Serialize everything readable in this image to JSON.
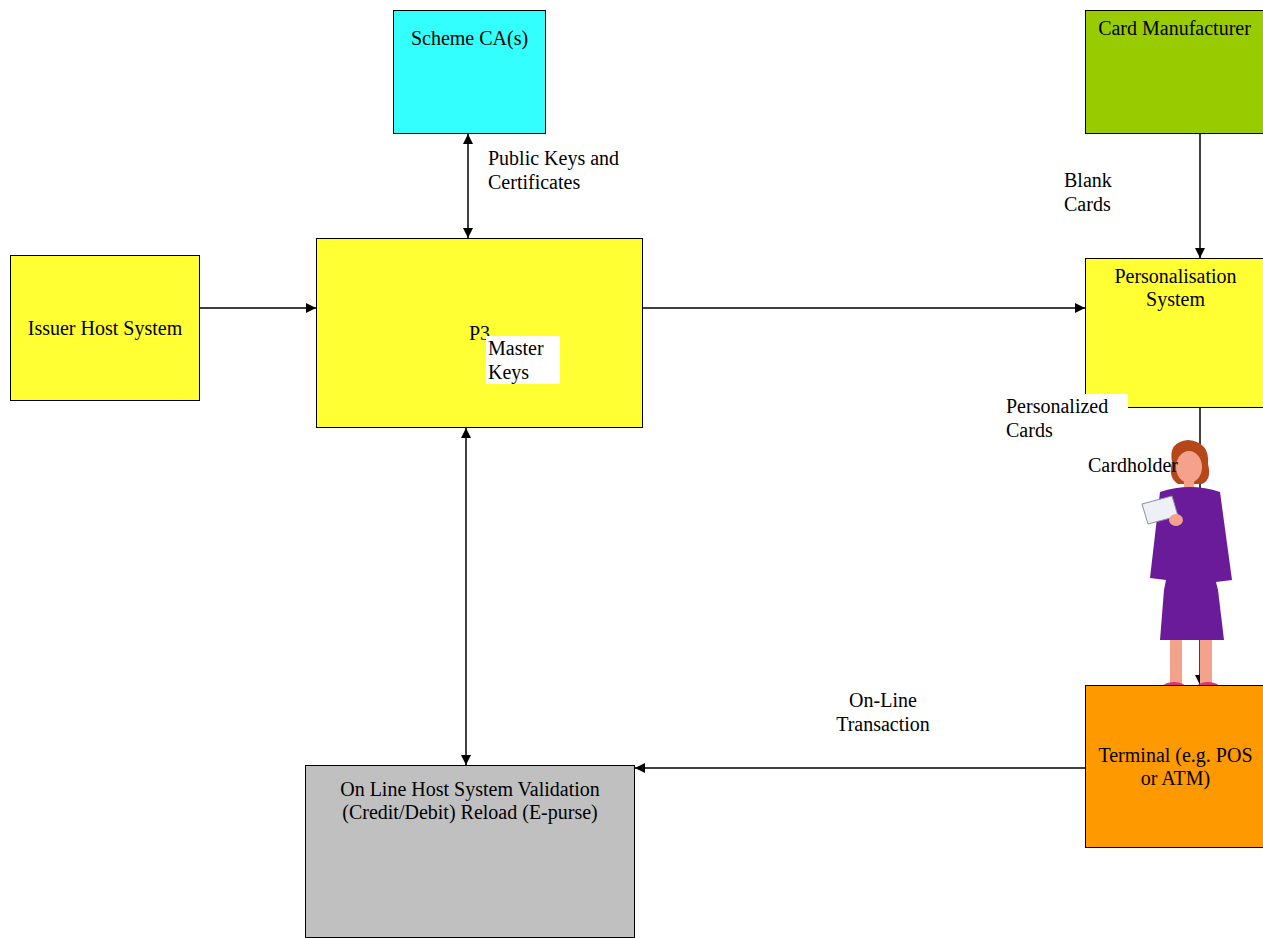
{
  "diagram": {
    "nodes": [
      {
        "text": [
          "Scheme CA(s)"
        ]
      },
      {
        "text": [
          "Card Manufacturer"
        ]
      },
      {
        "text": [
          "Issuer Host System"
        ]
      },
      {
        "text": [
          "P3"
        ]
      },
      {
        "text": [
          "Personalisation System"
        ]
      },
      {
        "text": [
          "Terminal (e.g. POS or ATM)"
        ]
      },
      {
        "text": [
          "On Line Host System Validation (Credit/Debit) Reload (E-purse)"
        ]
      }
    ],
    "edges": [
      {
        "from": 2,
        "to": 3,
        "arrow": "to"
      },
      {
        "from": 0,
        "to": 3,
        "label": "Public Keys and Certificates",
        "arrow": "both"
      },
      {
        "from": 1,
        "to": 4,
        "label": "Blank Cards",
        "arrow": "to"
      },
      {
        "from": 3,
        "to": 4,
        "arrow": "to"
      },
      {
        "from": 3,
        "to": 6,
        "label": "Master Keys",
        "arrow": "both"
      },
      {
        "from": 4,
        "to": 5,
        "label": "Personalized Cards",
        "arrow": "to"
      },
      {
        "from": 5,
        "to": 6,
        "label": "On-Line Transaction",
        "arrow": "to"
      }
    ],
    "labels": [
      "Cardholder"
    ]
  }
}
